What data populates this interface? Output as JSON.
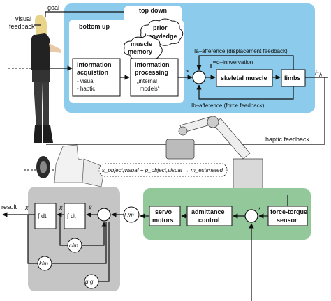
{
  "labels": {
    "visual_feedback_1": "visual",
    "visual_feedback_2": "feedback",
    "goal": "goal",
    "top_down": "top down",
    "bottom_up": "bottom up",
    "prior_knowledge_1": "prior",
    "prior_knowledge_2": "knowledge",
    "muscle_memory_1": "muscle",
    "muscle_memory_2": "memory",
    "info_acq_1": "information",
    "info_acq_2": "acquistion",
    "info_acq_3": "- visual",
    "info_acq_4": "- haptic",
    "info_proc_1": "information",
    "info_proc_2": "processing",
    "info_proc_3": "„internal",
    "info_proc_4": "models“",
    "ia_afference": "Ia–afference (displacement feedback)",
    "alpha_innervation": "α–innvervation",
    "skeletal_muscle": "skeletal muscle",
    "limbs": "limbs",
    "fh": "F",
    "fh_sub": "h",
    "ib_afference": "Ib–afference (force feedback)",
    "haptic_feedback": "haptic feedback",
    "estimation": "s_object,visual + ρ_object,visual → m_estimated",
    "result": "result",
    "x": "x",
    "x_dot": "ẋ",
    "x_ddot": "ẍ",
    "integral_1": "∫ dt",
    "integral_2": "∫ dt",
    "c_over_m": "c/m",
    "k_over_m": "k/m",
    "mu_g": "μ·g",
    "f_over_m": "F/m",
    "servo_1": "servo",
    "servo_2": "motors",
    "admittance_1": "admittance",
    "admittance_2": "control",
    "ft_1": "force-torque",
    "ft_2": "sensor",
    "star": "*",
    "plus": "+"
  },
  "colors": {
    "human_box": "#8ccbeb",
    "robot_box": "#92c89a",
    "model_box": "#c5c5c5",
    "inner_box": "#ffffff"
  },
  "icons": [
    "person-figure",
    "robot-arm",
    "car-seat",
    "tire",
    "thought-cloud"
  ]
}
